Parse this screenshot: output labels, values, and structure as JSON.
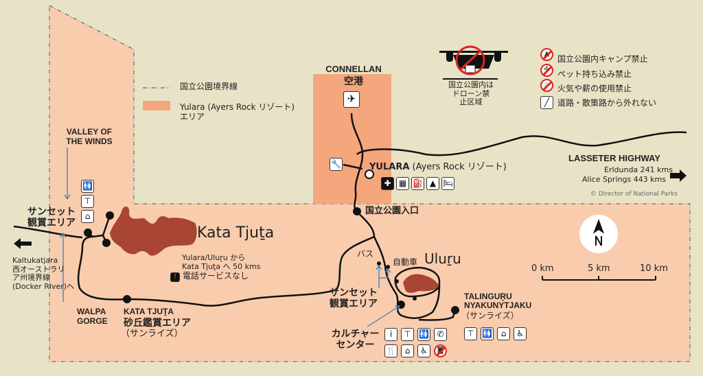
{
  "colors": {
    "background": "#e8e3c6",
    "park": "#f9ccad",
    "yulara_area": "#f4a67c",
    "rock": "#a84535",
    "arrow": "#3a7fb8",
    "prohibit": "#d22222"
  },
  "legend": {
    "boundary": "国立公園境界線",
    "yulara_area_line1": "Yulara (Ayers Rock リゾート)",
    "yulara_area_line2": "エリア"
  },
  "drone": {
    "icon": "drone-prohibited-icon",
    "line1": "国立公園内は",
    "line2": "ドローン禁",
    "line3": "止区域"
  },
  "rules": [
    {
      "icon": "no-camping-icon",
      "label": "国立公園内キャンプ禁止"
    },
    {
      "icon": "no-pets-icon",
      "label": "ペット持ち込み禁止"
    },
    {
      "icon": "no-fire-icon",
      "label": "火気や薪の使用禁止"
    },
    {
      "icon": "stay-on-path-icon",
      "label": "道路・散策路から外れない"
    }
  ],
  "places": {
    "connellan": "CONNELLAN",
    "airport": "空港",
    "yulara_bold": "YULARA",
    "yulara_rest": " (Ayers Rock リゾート)",
    "park_entrance": "国立公園入口",
    "lasseter": "LASSETER HIGHWAY",
    "erldunda": "Erldunda 241 kms",
    "alice": "Alice Springs 443 kms",
    "copyright": "© Director of National Parks",
    "valley1": "VALLEY OF",
    "valley2": "THE WINDS",
    "sunset_kt1": "サンセット",
    "sunset_kt2": "観賞エリア",
    "kata_tjuta": "Kata Tjuṯa",
    "distance1": "Yulara/Uluṟu から",
    "distance2": "Kata Tjuṯa へ 50 kms",
    "no_phone": "電話サービスなし",
    "kaltukatjara1": "Kaltukatjara",
    "kaltukatjara2": "西オーストラリ",
    "kaltukatjara3": "ア州境界線",
    "kaltukatjara4": "(Docker River)へ",
    "walpa1": "WALPA",
    "walpa2": "GORGE",
    "kt_dune1": "KATA TJUṮA",
    "kt_dune2": "砂丘鑑賞エリア",
    "kt_dune3": "（サンライズ）",
    "bus": "バス",
    "car": "自動車",
    "uluru": "Uluṟu",
    "sunset_u1": "サンセット",
    "sunset_u2": "観賞エリア",
    "culture1": "カルチャー",
    "culture2": "センター",
    "talinguru1": "TALINGUṞU",
    "talinguru2": "NYAKUNYTJAKU",
    "talinguru3": "（サンライズ）"
  },
  "scale": {
    "labels": [
      "0 km",
      "5 km",
      "10 km"
    ]
  },
  "icons": {
    "valley": [
      "toilets-icon",
      "water-tap-icon",
      "picnic-shelter-icon"
    ],
    "yulara": [
      "first-aid-icon",
      "checkered-flag-icon",
      "fuel-icon",
      "camping-icon",
      "accommodation-icon"
    ],
    "culture_row1": [
      "information-icon",
      "water-tap-icon",
      "toilets-icon",
      "phone-icon"
    ],
    "culture_row2": [
      "food-icon",
      "picnic-shelter-icon",
      "wheelchair-icon",
      "no-photography-icon"
    ],
    "talinguru": [
      "water-tap-icon",
      "toilets-icon",
      "picnic-shelter-icon",
      "wheelchair-icon"
    ]
  }
}
